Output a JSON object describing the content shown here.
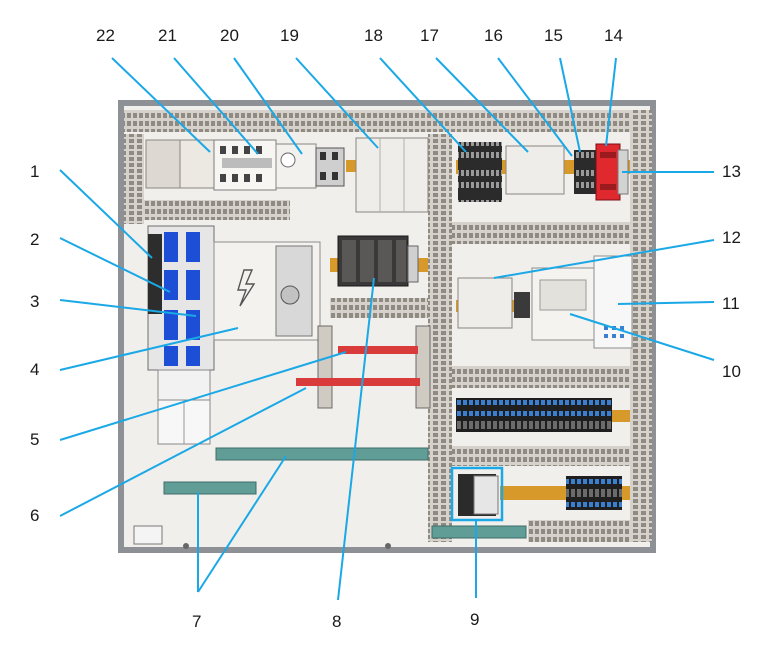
{
  "callouts": [
    {
      "label": "1"
    },
    {
      "label": "2"
    },
    {
      "label": "3"
    },
    {
      "label": "4"
    },
    {
      "label": "5"
    },
    {
      "label": "6"
    },
    {
      "label": "7"
    },
    {
      "label": "8"
    },
    {
      "label": "9"
    },
    {
      "label": "10"
    },
    {
      "label": "11"
    },
    {
      "label": "12"
    },
    {
      "label": "13"
    },
    {
      "label": "14"
    },
    {
      "label": "15"
    },
    {
      "label": "16"
    },
    {
      "label": "17"
    },
    {
      "label": "18"
    },
    {
      "label": "19"
    },
    {
      "label": "20"
    },
    {
      "label": "21"
    },
    {
      "label": "22"
    }
  ],
  "colors": {
    "leader": "#1aa8e6",
    "busbar": "#d93b3b",
    "rail": "#5f9d96",
    "duct": "#bdb8b0",
    "breaker_blue": "#1c4fd6",
    "terminal_blue": "#3a7fd0",
    "relay_red": "#e0282f",
    "din_rail_orange": "#d79a2a",
    "highlight": "#1aa8e6"
  },
  "icons": [
    "lightning-bolt-icon"
  ]
}
